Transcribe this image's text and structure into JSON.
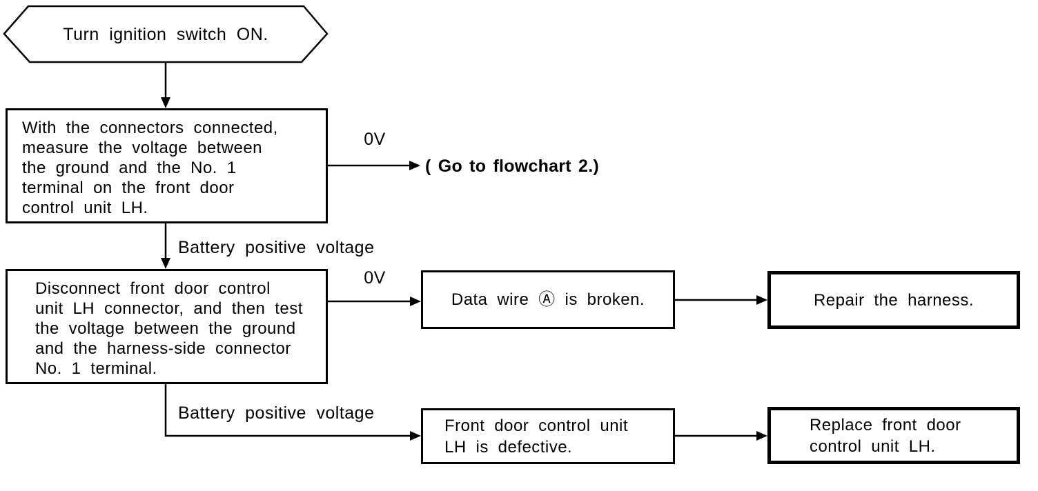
{
  "flowchart": {
    "start": {
      "label": "Turn ignition switch ON."
    },
    "boxes": {
      "measure_voltage": {
        "lines": [
          "With the connectors connected,",
          "measure the voltage between",
          "the ground and the No. 1",
          "terminal on the front door",
          "control unit LH."
        ]
      },
      "disconnect_test": {
        "lines": [
          "Disconnect front door control",
          "unit LH connector, and then test",
          "the voltage between the ground",
          "and the harness-side connector",
          "No. 1 terminal."
        ]
      },
      "data_wire_broken": {
        "text": "Data wire Ⓐ is broken."
      },
      "repair_harness": {
        "text": "Repair the harness."
      },
      "unit_defective": {
        "lines": [
          "Front door control unit",
          "LH is defective."
        ]
      },
      "replace_unit": {
        "lines": [
          "Replace front door",
          "control unit LH."
        ]
      }
    },
    "edge_labels": {
      "ov_top": "0V",
      "goto_flowchart": "( Go to flowchart 2.)",
      "battery_top": "Battery positive voltage",
      "ov_bottom": "0V",
      "battery_bottom": "Battery positive voltage"
    },
    "colors": {
      "ink": "#000000",
      "background": "#ffffff"
    }
  }
}
